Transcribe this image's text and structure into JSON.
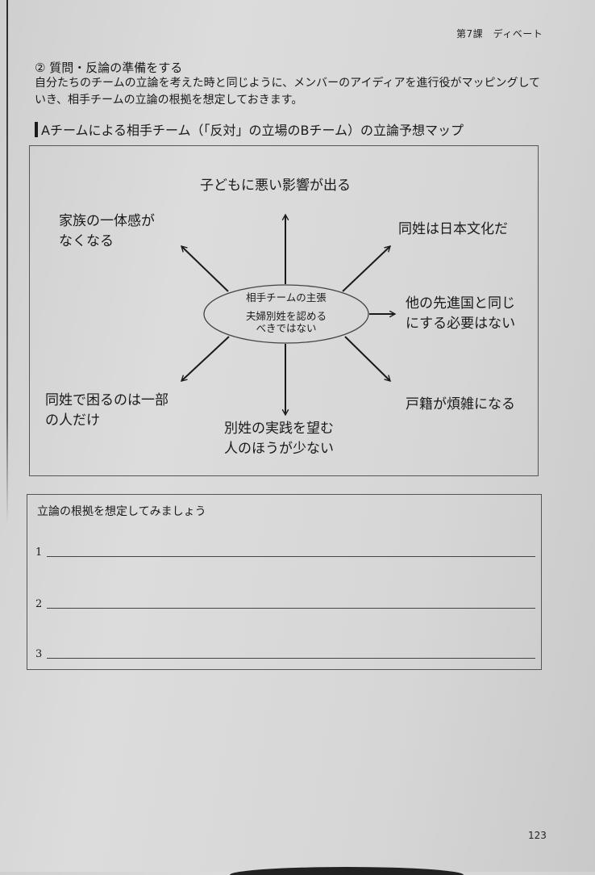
{
  "running_head": "第7課　ディベート",
  "section": {
    "title": "② 質問・反論の準備をする",
    "intro_lines": [
      "自分たちのチームの立論を考えた時と同じように、メンバーのアイディアを進行役がマッピングして",
      "いき、相手チームの立論の根拠を想定しておきます。"
    ]
  },
  "map": {
    "heading": "Aチームによる相手チーム（「反対」の立場のBチーム）の立論予想マップ",
    "center": {
      "label": "相手チームの主張",
      "claim_line1": "夫婦別姓を認める",
      "claim_line2": "べきではない"
    },
    "nodes": [
      {
        "id": "top",
        "lines": [
          "子どもに悪い影響が出る"
        ]
      },
      {
        "id": "upper-left",
        "lines": [
          "家族の一体感が",
          "なくなる"
        ]
      },
      {
        "id": "upper-right",
        "lines": [
          "同姓は日本文化だ"
        ]
      },
      {
        "id": "right",
        "lines": [
          "他の先進国と同じ",
          "にする必要はない"
        ]
      },
      {
        "id": "lower-left",
        "lines": [
          "同姓で困るのは一部",
          "の人だけ"
        ]
      },
      {
        "id": "bottom",
        "lines": [
          "別姓の実践を望む",
          "人のほうが少ない"
        ]
      },
      {
        "id": "lower-right",
        "lines": [
          "戸籍が煩雑になる"
        ]
      }
    ]
  },
  "exercise": {
    "title": "立論の根拠を想定してみましょう",
    "items": [
      {
        "number": "1",
        "value": ""
      },
      {
        "number": "2",
        "value": ""
      },
      {
        "number": "3",
        "value": ""
      }
    ]
  },
  "page_number": "123",
  "colors": {
    "paper": "#d6d6d6",
    "ink": "#1a1a1a",
    "border": "#555555"
  }
}
